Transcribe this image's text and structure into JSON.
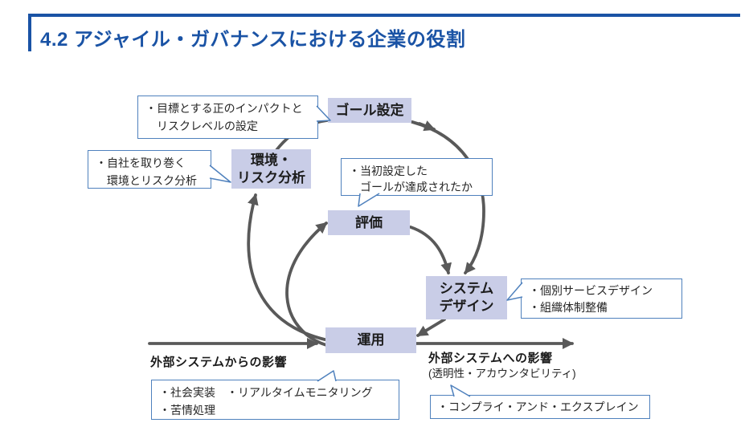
{
  "header": {
    "title": "4.2 アジャイル・ガバナンスにおける企業の役割"
  },
  "colors": {
    "accent_blue": "#1a53a5",
    "node_fill": "#c9cde7",
    "callout_border": "#4f81bd",
    "arrow_gray": "#595959"
  },
  "nodes": {
    "goal": {
      "label": "ゴール設定"
    },
    "env": {
      "line1": "環境・",
      "line2": "リスク分析"
    },
    "eval": {
      "label": "評価"
    },
    "system_design": {
      "line1": "システム",
      "line2": "デザイン"
    },
    "operation": {
      "label": "運用"
    }
  },
  "callouts": {
    "goal_note": {
      "line1": "・目標とする正のインパクトと",
      "line2": "リスクレベルの設定"
    },
    "env_note": {
      "line1": "・自社を取り巻く",
      "line2": "環境とリスク分析"
    },
    "eval_note": {
      "line1": "・当初設定した",
      "line2": "ゴールが達成されたか"
    },
    "system_note": {
      "line1": "・個別サービスデザイン",
      "line2": "・組織体制整備"
    },
    "operation_note": {
      "line1": "・社会実装　・リアルタイムモニタリング",
      "line2": "・苦情処理"
    },
    "external_note": {
      "line1": "・コンプライ・アンド・エクスプレイン"
    }
  },
  "axis": {
    "left_label": "外部システムからの影響",
    "right_label": "外部システムへの影響",
    "right_sublabel": "(透明性・アカウンタビリティ)"
  }
}
